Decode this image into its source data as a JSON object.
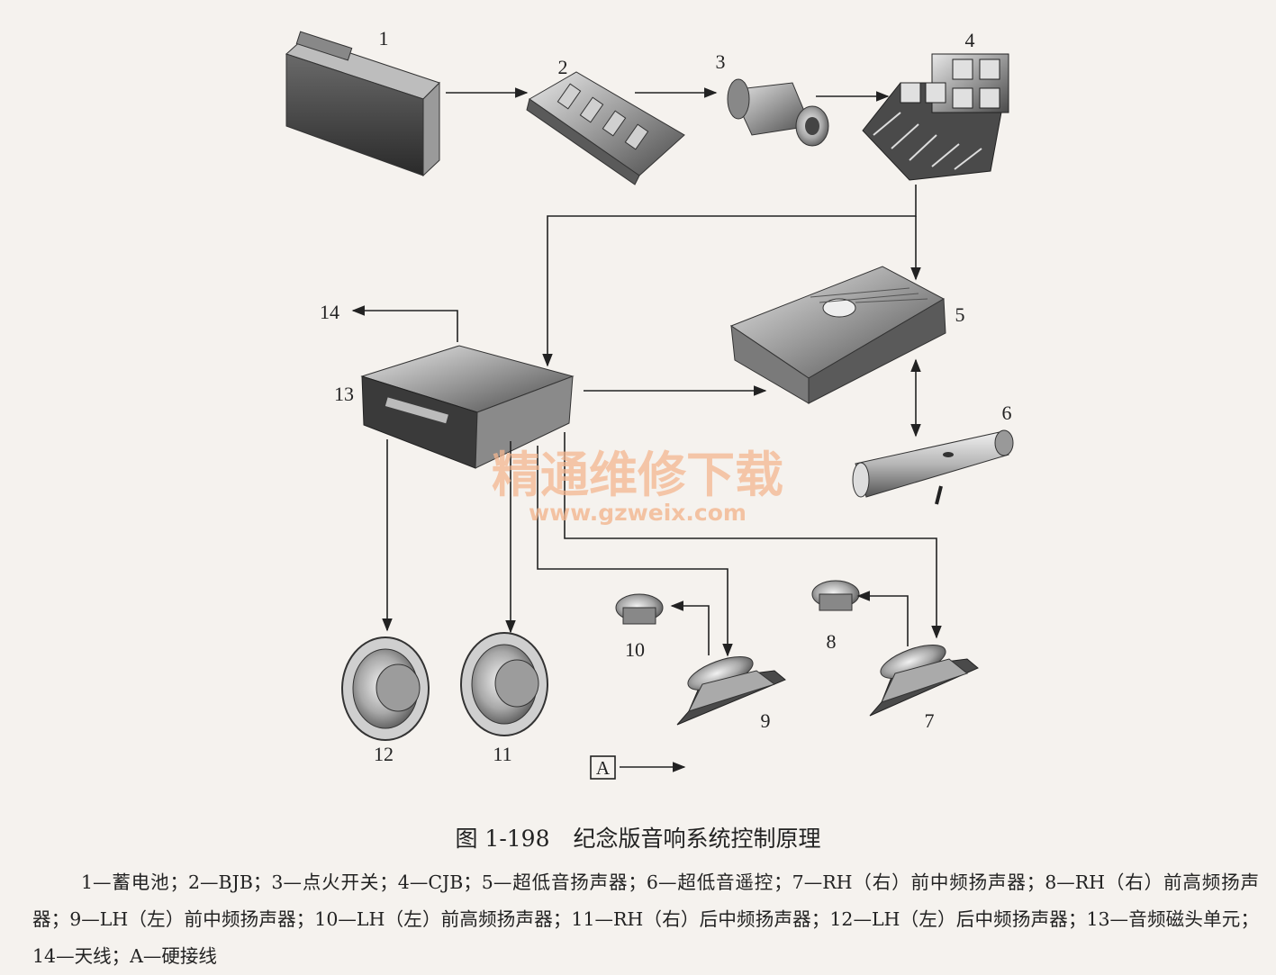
{
  "labels": [
    "1",
    "2",
    "3",
    "4",
    "5",
    "6",
    "7",
    "8",
    "9",
    "10",
    "11",
    "12",
    "13",
    "14"
  ],
  "hardwire_marker": "A",
  "watermark": {
    "line1": "精通维修下载",
    "line2": "www.gzweix.com"
  },
  "caption": {
    "figure_no": "图 1-198",
    "title": "纪念版音响系统控制原理"
  },
  "legend": "1—蓄电池；2—BJB；3—点火开关；4—CJB；5—超低音扬声器；6—超低音遥控；7—RH（右）前中频扬声器；8—RH（右）前高频扬声器；9—LH（左）前中频扬声器；10—LH（左）前高频扬声器；11—RH（右）后中频扬声器；12—LH（左）后中频扬声器；13—音频磁头单元；14—天线；A—硬接线"
}
